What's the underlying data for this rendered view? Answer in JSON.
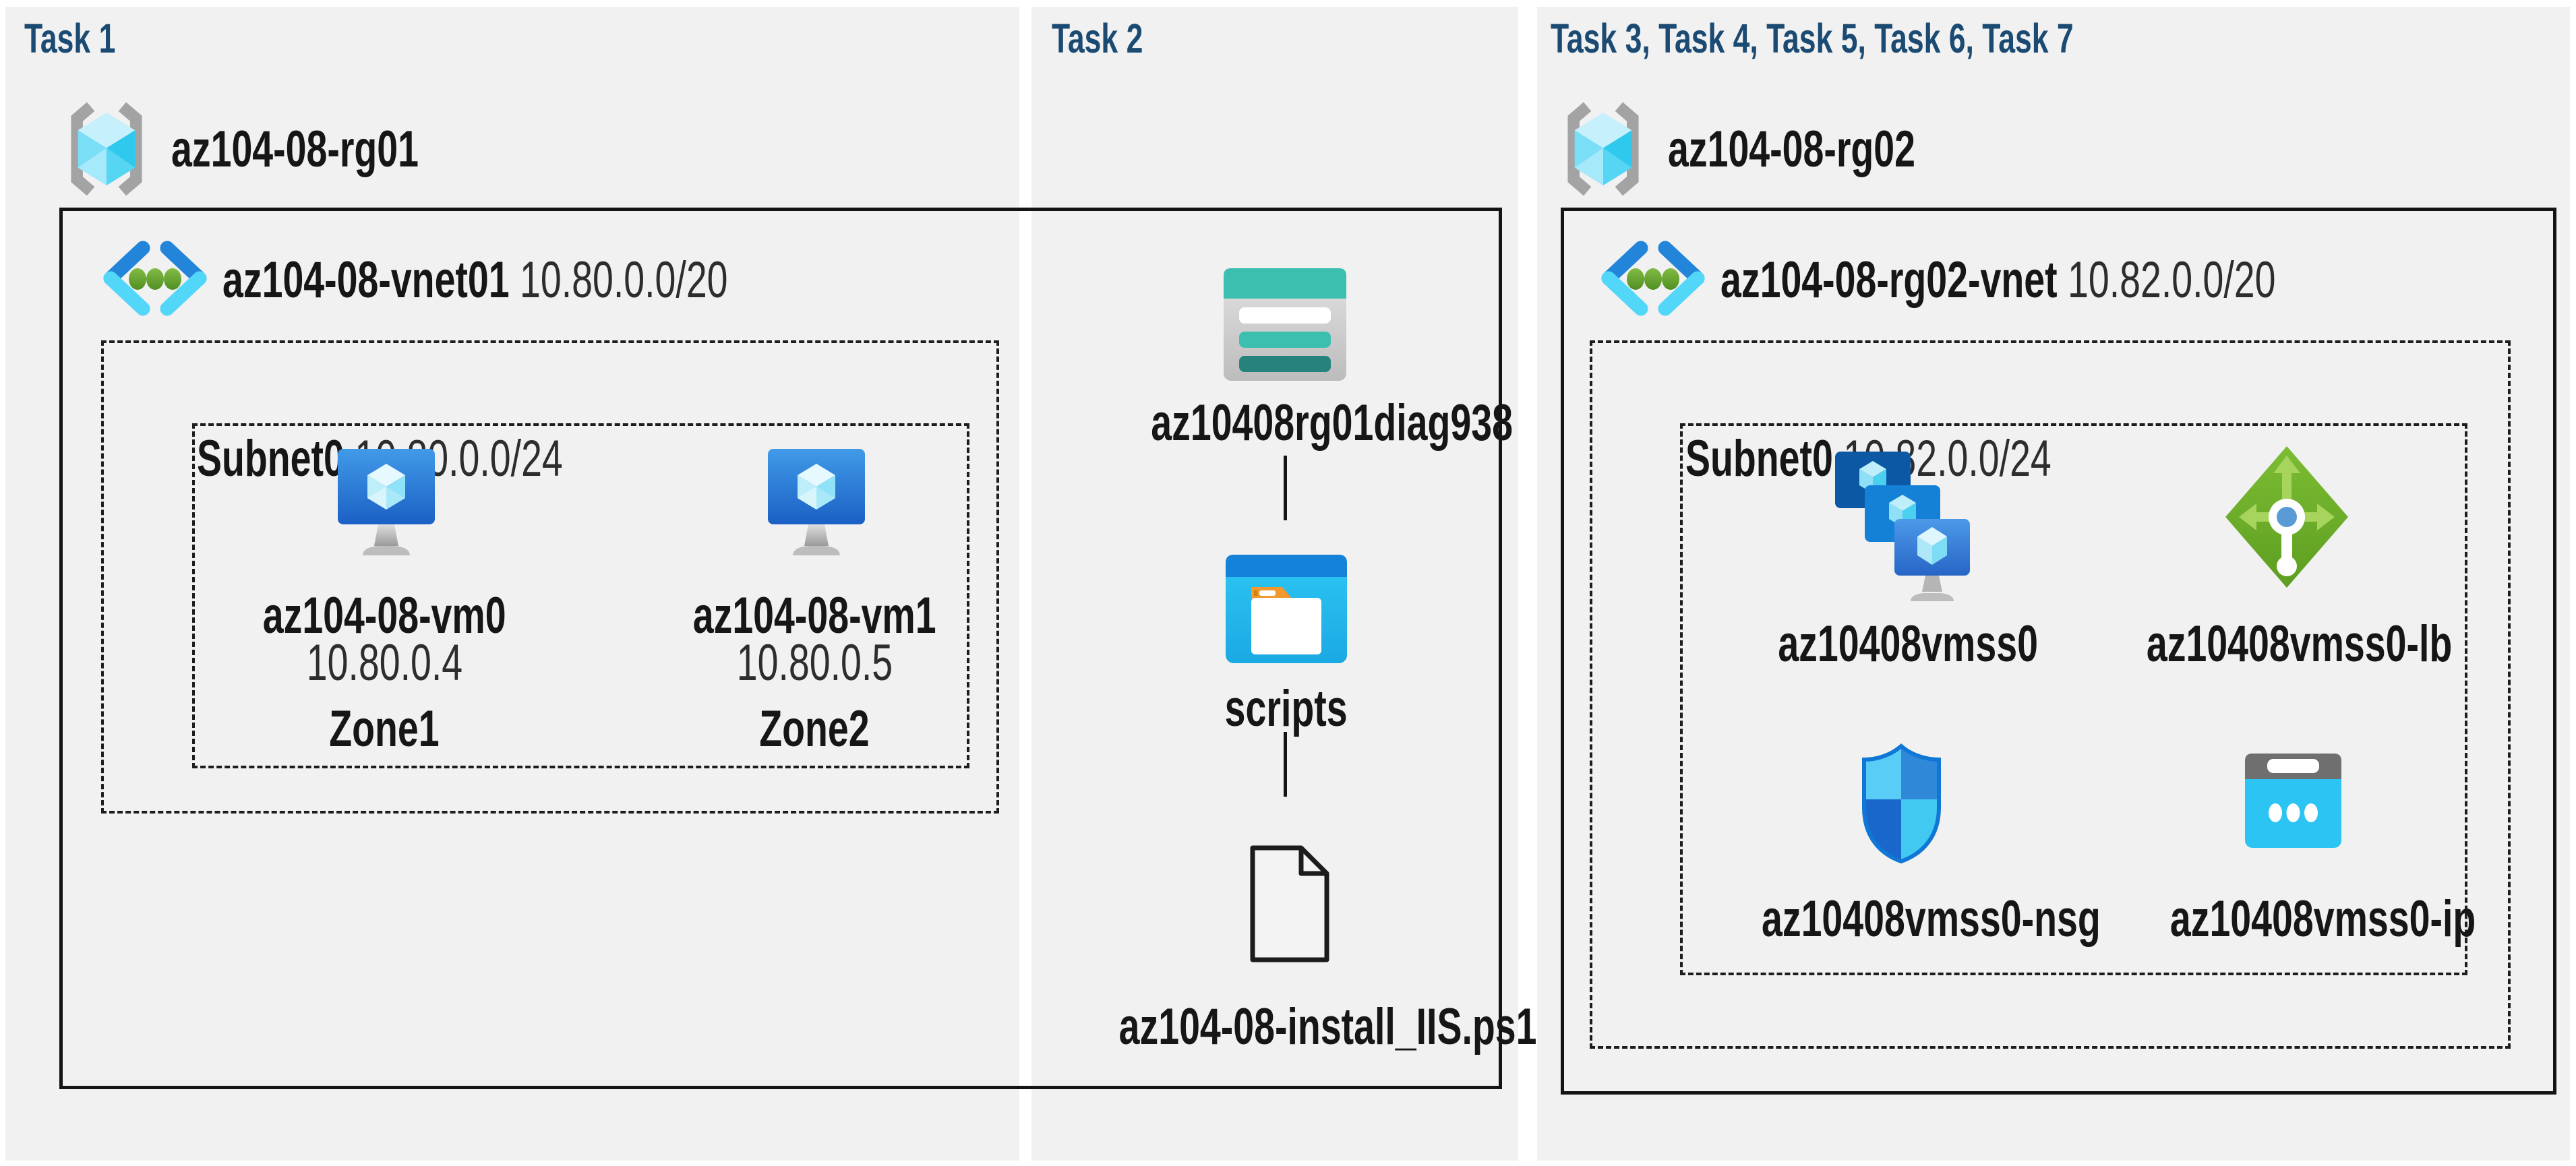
{
  "panels": [
    {
      "title": "Task 1"
    },
    {
      "title": "Task 2"
    },
    {
      "title": "Task 3, Task 4, Task 5, Task 6, Task 7"
    }
  ],
  "left": {
    "resource_group": {
      "name": "az104-08-rg01"
    },
    "vnet": {
      "name": "az104-08-vnet01",
      "cidr": "10.80.0.0/20"
    },
    "subnet": {
      "name": "Subnet0",
      "cidr": "10.80.0.0/24"
    },
    "vm0": {
      "name": "az104-08-vm0",
      "ip": "10.80.0.4",
      "zone": "Zone1"
    },
    "vm1": {
      "name": "az104-08-vm1",
      "ip": "10.80.0.5",
      "zone": "Zone2"
    }
  },
  "middle": {
    "storage_account": {
      "name": "az10408rg01diag938"
    },
    "container": {
      "name": "scripts"
    },
    "script_file": {
      "name": "az104-08-install_IIS.ps1"
    }
  },
  "right": {
    "resource_group": {
      "name": "az104-08-rg02"
    },
    "vnet": {
      "name": "az104-08-rg02-vnet",
      "cidr": "10.82.0.0/20"
    },
    "subnet": {
      "name": "Subnet0",
      "cidr": "10.82.0.0/24"
    },
    "vmss": {
      "name": "az10408vmss0"
    },
    "load_balancer": {
      "name": "az10408vmss0-lb"
    },
    "nsg": {
      "name": "az10408vmss0-nsg"
    },
    "public_ip": {
      "name": "az10408vmss0-ip"
    }
  },
  "colors": {
    "panel_bg": "#f1f1f1",
    "title_navy": "#1b4a72",
    "label_black": "#161616",
    "box_border": "#141414",
    "teal": "#3cbfae",
    "teal_dark": "#27827b",
    "azure_blue": "#1482d8",
    "cyan": "#2cc4f2",
    "green_lb": "#6fae2b",
    "vm_blue_top": "#419ae8",
    "vm_blue_bottom": "#1b60c4"
  }
}
